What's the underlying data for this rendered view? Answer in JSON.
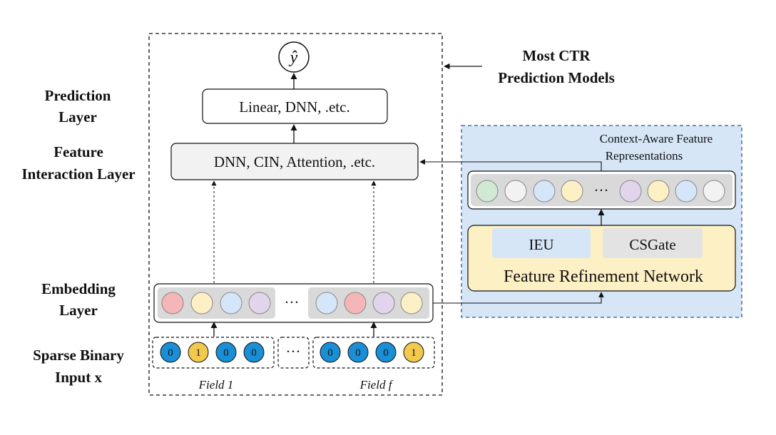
{
  "left_labels": {
    "prediction_line1": "Prediction",
    "prediction_line2": "Layer",
    "feature_line1": "Feature",
    "feature_line2": "Interaction Layer",
    "embedding_line1": "Embedding",
    "embedding_line2": "Layer",
    "sparse_line1": "Sparse Binary",
    "sparse_line2": "Input x"
  },
  "output_symbol": "ŷ",
  "boxes": {
    "prediction": "Linear, DNN, .etc.",
    "interaction": "DNN, CIN, Attention,  .etc."
  },
  "annotation": {
    "line1": "Most CTR",
    "line2": "Prediction Models"
  },
  "frn": {
    "context_line1": "Context-Aware Feature",
    "context_line2": "Representations",
    "ieu": "IEU",
    "csgate": "CSGate",
    "title": "Feature Refinement Network"
  },
  "ellipsis": "···",
  "fields": {
    "field1": "Field 1",
    "fieldf": "Field f",
    "bits_group1": [
      "0",
      "1",
      "0",
      "0"
    ],
    "bits_group2": [
      "0",
      "0",
      "0",
      "1"
    ]
  },
  "colors": {
    "blue_bit": "#1a8fd6",
    "yellow_bit": "#f2c94c",
    "frn_bg": "#d6e6f7",
    "frn_yellow": "#fdf0c4",
    "embed_bg": "#d9d9d9",
    "circle_red": "#f4b6b6",
    "circle_yellow": "#fdf0c4",
    "circle_blue": "#d6e6fa",
    "circle_purple": "#e2d4ea",
    "circle_green": "#cfe9d3",
    "circle_white": "#f2f2f2"
  }
}
